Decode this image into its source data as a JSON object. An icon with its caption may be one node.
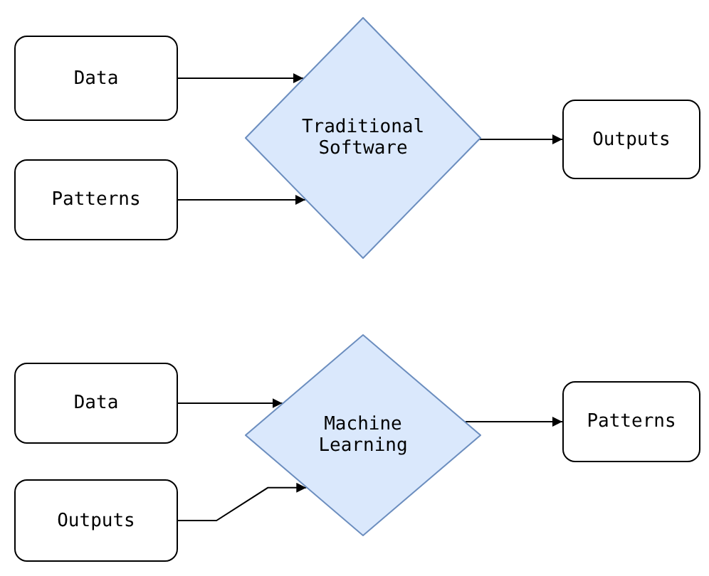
{
  "diagram": {
    "nodes": [
      {
        "text": [
          "Data"
        ]
      },
      {
        "text": [
          "Patterns"
        ]
      },
      {
        "text": [
          "Traditional Software"
        ]
      },
      {
        "text": [
          "Outputs"
        ]
      },
      {
        "text": [
          "Data"
        ]
      },
      {
        "text": [
          "Outputs"
        ]
      },
      {
        "text": [
          "Machine Learning"
        ]
      },
      {
        "text": [
          "Patterns"
        ]
      }
    ],
    "edges": [
      {
        "from": 0,
        "to": 2,
        "arrow": "to"
      },
      {
        "from": 1,
        "to": 2,
        "arrow": "to"
      },
      {
        "from": 2,
        "to": 3,
        "arrow": "to"
      },
      {
        "from": 4,
        "to": 6,
        "arrow": "to"
      },
      {
        "from": 5,
        "to": 6,
        "arrow": "to"
      },
      {
        "from": 6,
        "to": 7,
        "arrow": "to"
      }
    ]
  }
}
